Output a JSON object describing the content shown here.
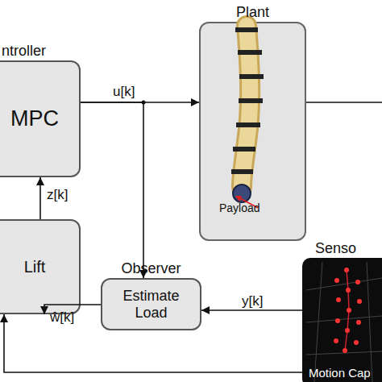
{
  "diagram": {
    "nodes": [
      {
        "text": [
          "ntroller",
          "MPC"
        ]
      },
      {
        "text": [
          "Plant"
        ]
      },
      {
        "text": [
          "Lift"
        ]
      },
      {
        "text": [
          "Observer",
          "Estimate Load"
        ]
      },
      {
        "text": [
          "Senso",
          "Motion Cap"
        ]
      }
    ],
    "edges": [
      {
        "from": 0,
        "to": 1,
        "label": "u[k]",
        "arrow": "to"
      },
      {
        "from": 2,
        "to": 0,
        "label": "z[k]",
        "arrow": "to"
      },
      {
        "from": 0,
        "to": 3,
        "arrow": "to"
      },
      {
        "from": 4,
        "to": 3,
        "label": "y[k]",
        "arrow": "to"
      },
      {
        "from": 4,
        "to": 2,
        "arrow": "to"
      },
      {
        "from": 3,
        "to": 2,
        "label": "ŵ[k]",
        "arrow": "to"
      }
    ],
    "labels": [
      "Payload"
    ]
  }
}
